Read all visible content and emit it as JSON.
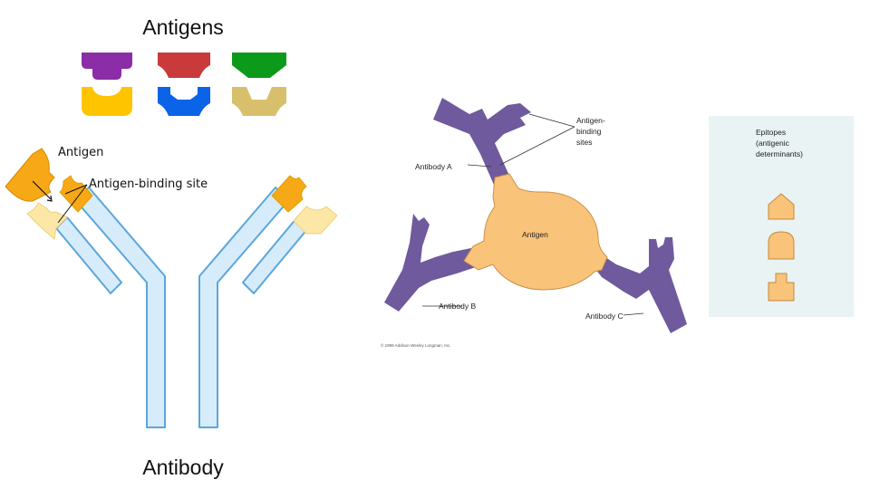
{
  "left_diagram": {
    "title": "Antigens",
    "bottom_label": "Antibody",
    "antigen_label": "Antigen",
    "binding_site_label": "Antigen-binding site",
    "antigen_colors": [
      "#8a2da6",
      "#c93a3a",
      "#0c9a1a",
      "#ffc400",
      "#0b63e8",
      "#d8bf6c"
    ]
  },
  "middle_diagram": {
    "binding_sites_label": [
      "Antigen-",
      "binding",
      "sites"
    ],
    "antibody_a": "Antibody A",
    "antibody_b": "Antibody B",
    "antibody_c": "Antibody C",
    "antigen_label": "Antigen",
    "copyright": "© 1999 Addison Wesley Longman, Inc."
  },
  "right_panel": {
    "title_lines": [
      "Epitopes",
      "(antigenic",
      "determinants)"
    ]
  },
  "colors": {
    "antibody_fill": "#d7ecfb",
    "antibody_stroke": "#5aa6dd",
    "tip_orange": "#f7a817",
    "tip_pale": "#fde7a6",
    "purple_antibody": "#6e5a9c",
    "antigen_peach": "#f9c37a",
    "panel_bg": "#e9f3f4"
  }
}
